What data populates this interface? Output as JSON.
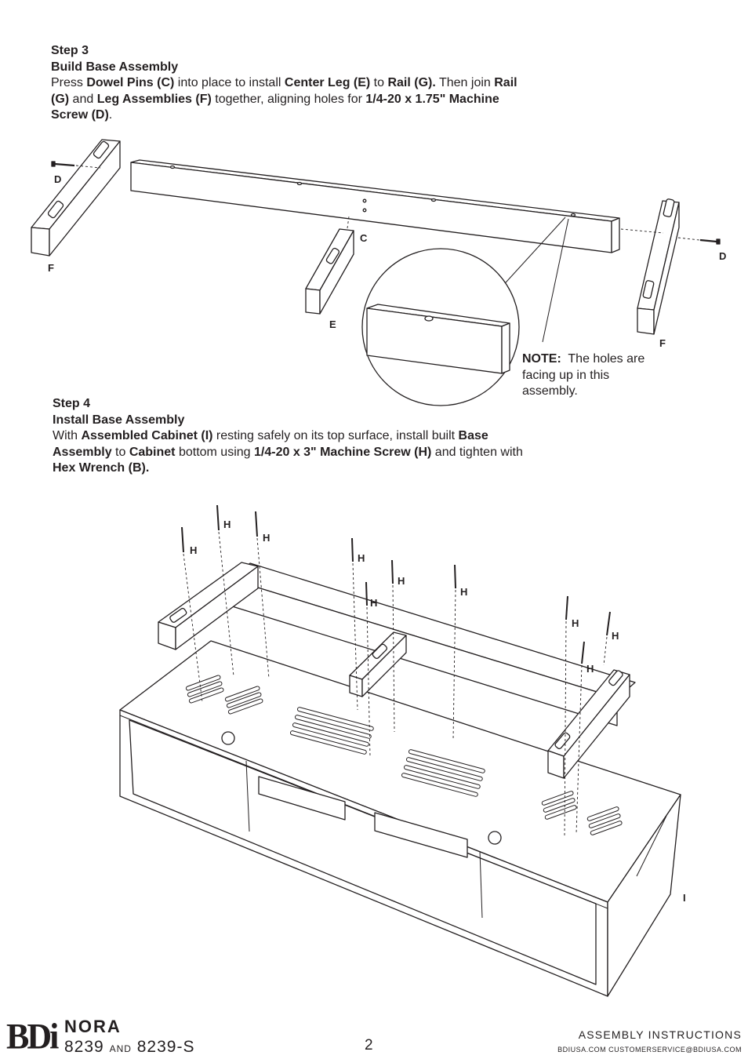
{
  "step3": {
    "heading": "Step 3",
    "subheading": "Build Base Assembly",
    "body": {
      "t1": "Press ",
      "b1": "Dowel Pins (C)",
      "t2": " into place to install ",
      "b2": "Center Leg (E)",
      "t3": " to ",
      "b3": "Rail (G).",
      "t4": " Then join ",
      "b4": "Rail (G)",
      "t5": " and ",
      "b5": "Leg Assemblies (F)",
      "t6": " together, aligning holes for ",
      "b6": "1/4-20 x 1.75\" Machine Screw (D)",
      "t7": "."
    },
    "note_label": "NOTE:",
    "note_text": "The holes are facing up in this assembly."
  },
  "step4": {
    "heading": "Step 4",
    "subheading": "Install Base Assembly",
    "body": {
      "t1": "With ",
      "b1": "Assembled Cabinet (I)",
      "t2": " resting safely on its top surface, install built ",
      "b2": "Base Assembly",
      "t3": " to ",
      "b3": "Cabinet",
      "t4": " bottom using ",
      "b4": "1/4-20 x 3\" Machine Screw (H)",
      "t5": " and tighten with ",
      "b5": "Hex Wrench (B)."
    }
  },
  "labels": {
    "d": "D",
    "c": "C",
    "e": "E",
    "f": "F",
    "h": "H",
    "i": "I"
  },
  "footer": {
    "logo": "BDi",
    "product": "NORA",
    "model_a": "8239",
    "model_and": "AND",
    "model_b": "8239-S",
    "page": "2",
    "assembly": "ASSEMBLY INSTRUCTIONS",
    "site": "BDIUSA.COM   CUSTOMERSERVICE@BDIUSA.COM"
  }
}
